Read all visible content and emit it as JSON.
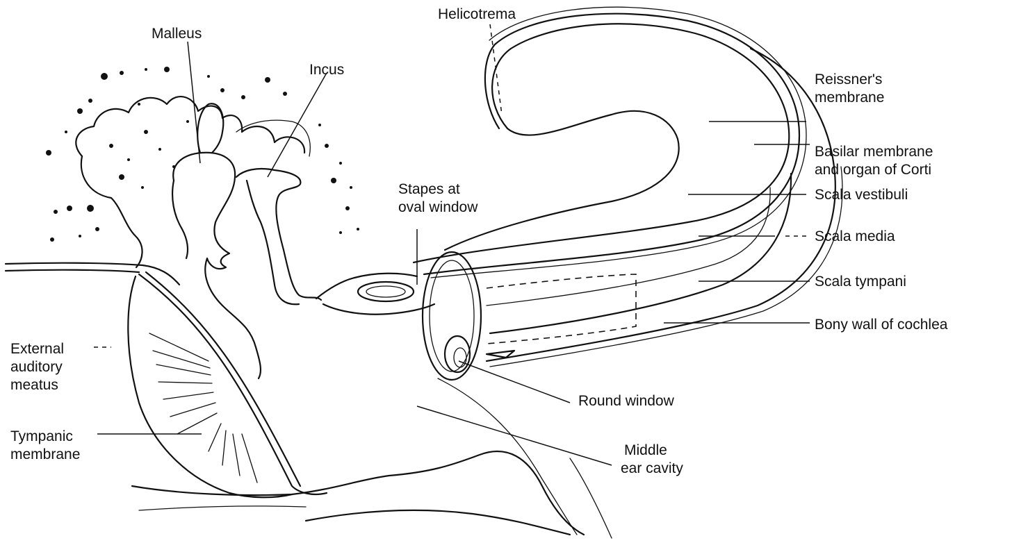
{
  "labels": {
    "helicotrema": "Helicotrema",
    "malleus": "Malleus",
    "incus": "Incus",
    "reissners": [
      "Reissner's",
      "membrane"
    ],
    "basilar": [
      "Basilar membrane",
      "and organ of Corti"
    ],
    "scala_vestibuli": "Scala vestibuli",
    "stapes": [
      "Stapes at",
      "oval window"
    ],
    "scala_media": "Scala media",
    "scala_tympani": "Scala tympani",
    "bony_wall": "Bony wall of cochlea",
    "external": [
      "External",
      "auditory",
      "meatus"
    ],
    "round_window": "Round window",
    "tympanic": [
      "Tympanic",
      "membrane"
    ],
    "middle_ear": [
      "Middle",
      "ear cavity"
    ]
  },
  "colors": {
    "ink": "#111111",
    "background": "#ffffff"
  }
}
